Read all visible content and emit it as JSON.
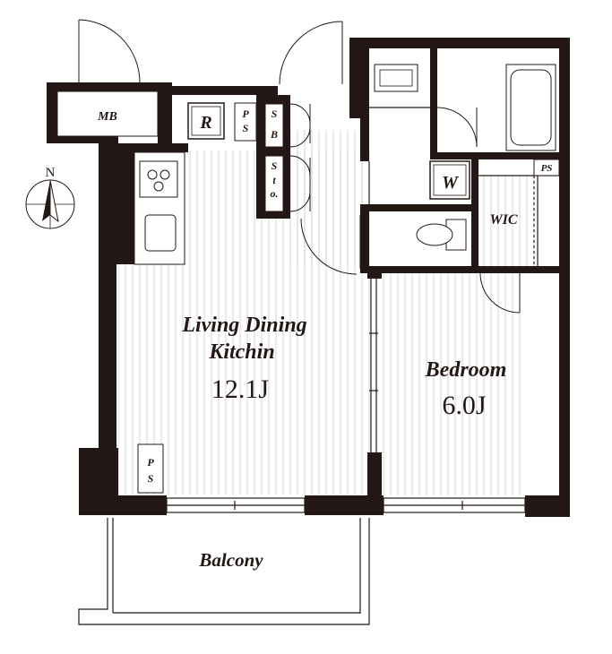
{
  "plan": {
    "rooms": {
      "ldk": {
        "name_line1": "Living Dining",
        "name_line2": "Kitchin",
        "area": "12.1J"
      },
      "bedroom": {
        "name": "Bedroom",
        "area": "6.0J"
      },
      "balcony": {
        "name": "Balcony"
      },
      "mb": {
        "name": "MB"
      },
      "wic": {
        "name": "WIC"
      }
    },
    "symbols": {
      "refrigerator": "R",
      "washer": "W",
      "ps_entry": "PS",
      "ps_ldk": "PS",
      "ps_wic": "PS",
      "sb": "SB",
      "sto": "Sto."
    },
    "compass": {
      "north": "N"
    }
  }
}
